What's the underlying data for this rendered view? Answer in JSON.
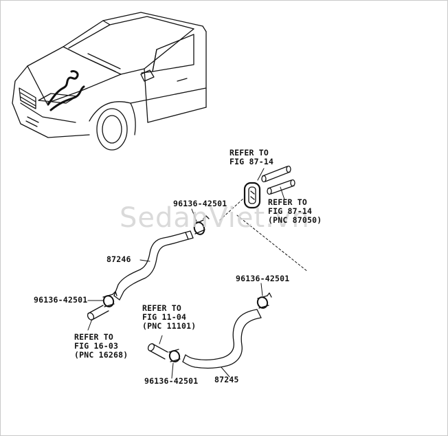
{
  "watermark": "SedanViet.vn",
  "labels": {
    "refer_87_14_top": [
      "REFER TO",
      "FIG 87-14"
    ],
    "refer_87_14_right": [
      "REFER TO",
      "FIG 87-14",
      "(PNC 87050)"
    ],
    "clamp_upper": "96136-42501",
    "hose_87246": "87246",
    "clamp_left": "96136-42501",
    "refer_16_03": [
      "REFER TO",
      "FIG 16-03",
      "(PNC 16268)"
    ],
    "clamp_right": "96136-42501",
    "refer_11_04": [
      "REFER TO",
      "FIG 11-04",
      "(PNC 11101)"
    ],
    "clamp_bottom": "96136-42501",
    "hose_87245": "87245"
  }
}
